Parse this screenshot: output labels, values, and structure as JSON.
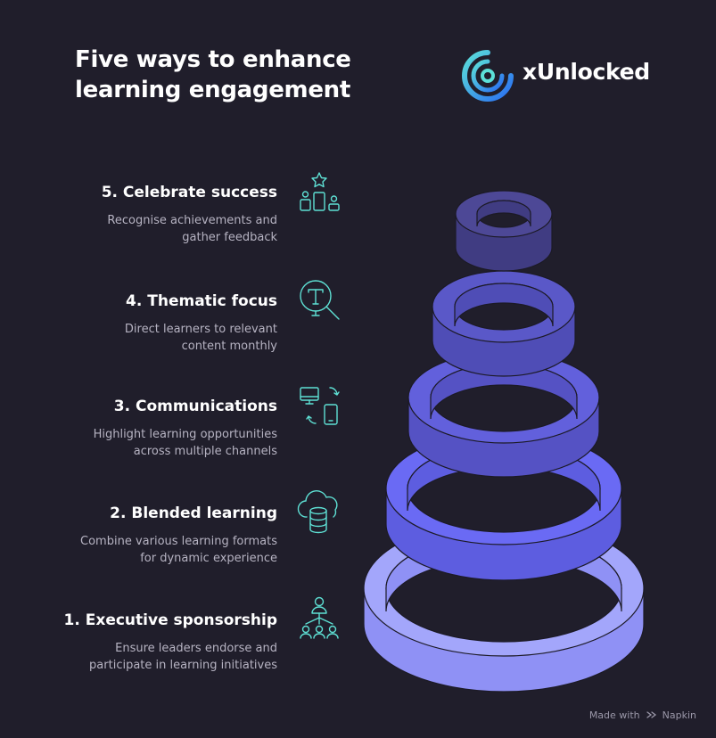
{
  "title": {
    "line1": "Five ways to enhance",
    "line2": "learning engagement"
  },
  "logo": {
    "text": "xUnlocked",
    "icon": "xunlocked-logo-icon",
    "colors": [
      "#5ce0d8",
      "#2a6ef2"
    ]
  },
  "steps": [
    {
      "number": 5,
      "title": "5. Celebrate success",
      "desc_line1": "Recognise achievements and",
      "desc_line2": "gather feedback",
      "icon": "podium-star-icon",
      "ring_color": "#4d4896"
    },
    {
      "number": 4,
      "title": "4. Thematic focus",
      "desc_line1": "Direct learners to relevant",
      "desc_line2": "content monthly",
      "icon": "text-search-icon",
      "ring_color": "#5a58c8"
    },
    {
      "number": 3,
      "title": "3. Communications",
      "desc_line1": "Highlight learning opportunities",
      "desc_line2": "across multiple channels",
      "icon": "devices-sync-icon",
      "ring_color": "#6260dc"
    },
    {
      "number": 2,
      "title": "2. Blended learning",
      "desc_line1": "Combine various learning formats",
      "desc_line2": "for dynamic experience",
      "icon": "cloud-database-icon",
      "ring_color": "#6a6af4"
    },
    {
      "number": 1,
      "title": "1. Executive sponsorship",
      "desc_line1": "Ensure leaders endorse and",
      "desc_line2": "participate in learning initiatives",
      "icon": "leader-team-icon",
      "ring_color": "#a3a6fb"
    }
  ],
  "footer": {
    "made_with": "Made with",
    "brand": "Napkin"
  },
  "colors": {
    "background": "#201e2b",
    "icon_stroke": "#5ee0d4",
    "desc_text": "#b6b3c2"
  }
}
